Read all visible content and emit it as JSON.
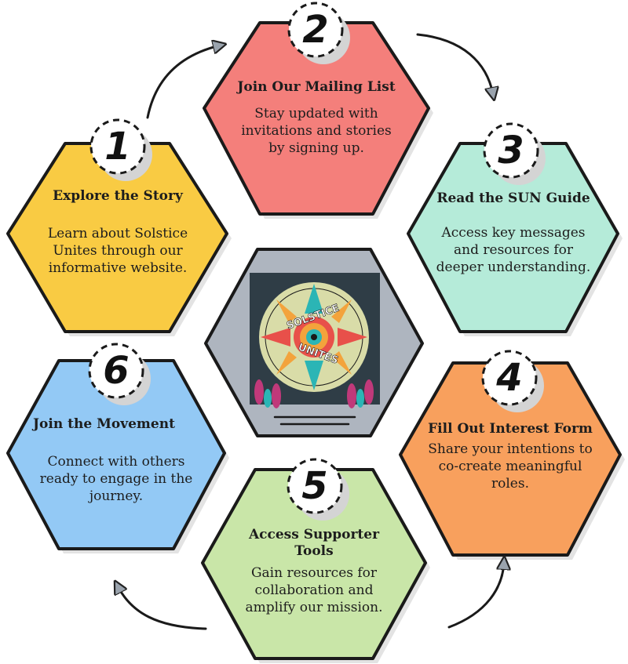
{
  "center": {
    "logo_text_top": "SOLSTICE",
    "logo_text_bottom": "UNITES"
  },
  "steps": [
    {
      "number": "1",
      "title": "Explore the Story",
      "description": "Learn about Solstice Unites through our informative website.",
      "color": "#f9cb43"
    },
    {
      "number": "2",
      "title": "Join Our Mailing List",
      "description": "Stay updated with invitations and stories by signing up.",
      "color": "#f47f7b"
    },
    {
      "number": "3",
      "title": "Read the SUN Guide",
      "description": "Access key messages and resources for deeper understanding.",
      "color": "#b5ebd9"
    },
    {
      "number": "4",
      "title": "Fill Out Interest Form",
      "description": "Share your intentions to co-create meaningful roles.",
      "color": "#f8a05d"
    },
    {
      "number": "5",
      "title": "Access Supporter Tools",
      "description": "Gain resources for collaboration and amplify our mission.",
      "color": "#c9e6a8"
    },
    {
      "number": "6",
      "title": "Join the Movement",
      "description": "Connect with others ready to engage in the journey.",
      "color": "#93c9f5"
    }
  ]
}
